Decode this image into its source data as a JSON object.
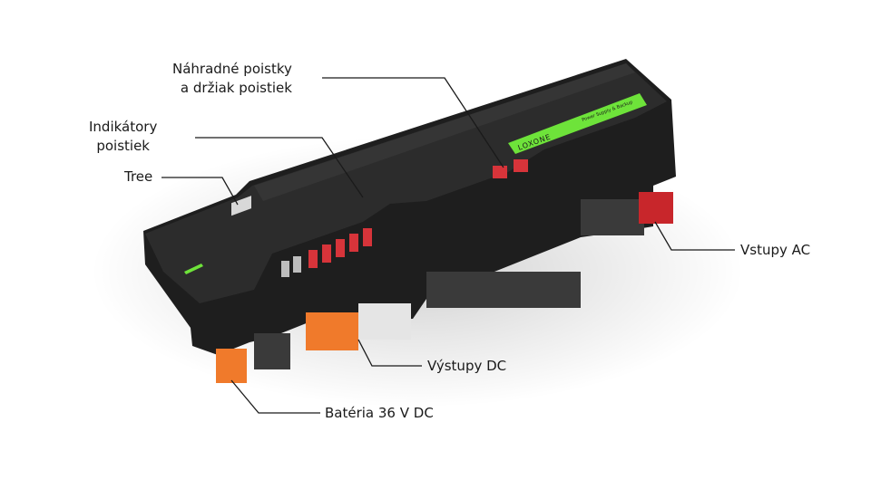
{
  "device": {
    "brand": "LOXONE",
    "product": "Power Supply & Backup",
    "accent_color": "#6ee33a",
    "body_color": "#232323"
  },
  "callouts": {
    "spare_fuses": {
      "line1": "Náhradné poistky",
      "line2": "a držiak poistiek"
    },
    "fuse_indicators": {
      "line1": "Indikátory",
      "line2": "poistiek"
    },
    "tree": "Tree",
    "ac_inputs": "Vstupy AC",
    "dc_outputs": "Výstupy DC",
    "battery": "Batéria 36 V DC"
  }
}
